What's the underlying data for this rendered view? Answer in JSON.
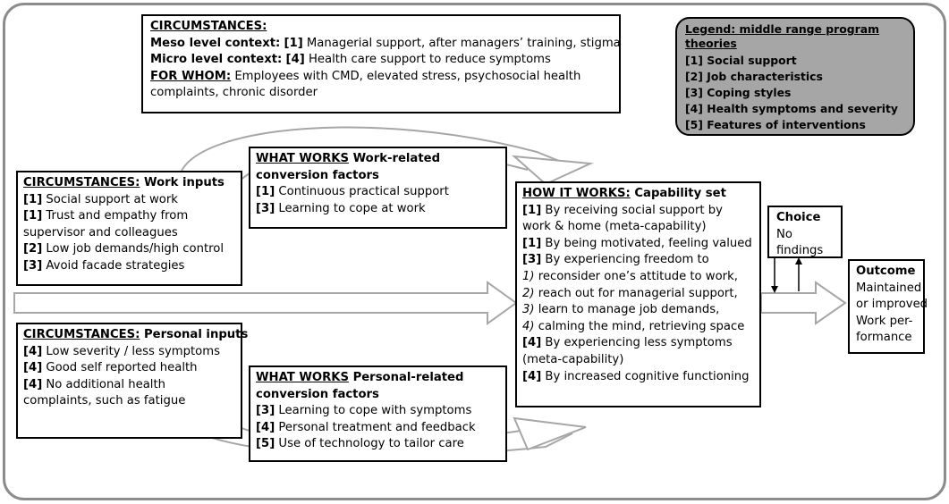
{
  "top_box": {
    "header": "CIRCUMSTANCES:",
    "meso_label": "Meso level context:",
    "meso_code": "[1]",
    "meso_text": " Managerial support, after managers’ training, stigma",
    "micro_label": "Micro level context:",
    "micro_code": "[4]",
    "micro_text": " Health care support to reduce symptoms",
    "forwhom_label": "FOR WHOM:",
    "forwhom_text": " Employees with CMD, elevated stress, psychosocial health",
    "forwhom_text2": "complaints, chronic disorder"
  },
  "legend": {
    "title": "Legend: middle range program",
    "title2": "theories",
    "items": [
      "[1] Social support",
      "[2] Job characteristics",
      "[3] Coping styles",
      "[4] Health symptoms and severity",
      "[5] Features of interventions"
    ]
  },
  "work_inputs": {
    "header_u": "CIRCUMSTANCES:",
    "header_rest": " Work inputs",
    "items": [
      {
        "code": "[1]",
        "text": " Social support at work"
      },
      {
        "code": "[1]",
        "text": " Trust and empathy from"
      },
      {
        "code": "",
        "text": "supervisor and colleagues"
      },
      {
        "code": "[2]",
        "text": " Low job demands/high control"
      },
      {
        "code": "[3]",
        "text": " Avoid facade strategies"
      }
    ]
  },
  "work_conversion": {
    "header_u": "WHAT WORKS",
    "header_rest": " Work-related",
    "header2": "conversion factors",
    "items": [
      {
        "code": "[1]",
        "text": " Continuous practical support"
      },
      {
        "code": "[3]",
        "text": " Learning to cope at work"
      }
    ]
  },
  "capability": {
    "header_u": "HOW IT WORKS:",
    "header_rest": " Capability set",
    "lines": [
      {
        "code": "[1]",
        "text": " By receiving social support by"
      },
      {
        "code": "",
        "text": "work & home (meta-capability)"
      },
      {
        "code": "[1]",
        "text": " By being motivated, feeling valued"
      },
      {
        "code": "[3]",
        "text": " By experiencing freedom to"
      },
      {
        "num": "1)",
        "text": " reconsider one’s attitude to work,"
      },
      {
        "num": "2)",
        "text": " reach out for managerial support,"
      },
      {
        "num": "3)",
        "text": " learn to manage job demands,"
      },
      {
        "num": "4)",
        "text": " calming the mind, retrieving space"
      },
      {
        "code": "[4]",
        "text": " By experiencing less symptoms"
      },
      {
        "code": "",
        "text": "(meta-capability)"
      },
      {
        "code": "[4]",
        "text": " By increased cognitive functioning"
      }
    ]
  },
  "choice": {
    "header": "Choice",
    "line1": "No",
    "line2": "findings"
  },
  "outcome": {
    "header": "Outcome",
    "lines": [
      "Maintained",
      "or improved",
      "Work per-",
      "formance"
    ]
  },
  "personal_inputs": {
    "header_u": "CIRCUMSTANCES:",
    "header_rest": " Personal inputs",
    "items": [
      {
        "code": "[4]",
        "text": " Low severity / less symptoms"
      },
      {
        "code": "[4]",
        "text": " Good self reported health"
      },
      {
        "code": "[4]",
        "text": " No additional health"
      },
      {
        "code": "",
        "text": "complaints, such as fatigue"
      }
    ]
  },
  "personal_conversion": {
    "header_u": "WHAT WORKS",
    "header_rest": " Personal-related",
    "header2": "conversion factors",
    "items": [
      {
        "code": "[3]",
        "text": " Learning to cope with symptoms"
      },
      {
        "code": "[4]",
        "text": " Personal treatment and feedback"
      },
      {
        "code": "[5]",
        "text": " Use of technology to tailor care"
      }
    ]
  },
  "colors": {
    "frame": "#8c8c8c",
    "arrow": "#a6a6a6",
    "legend_fill": "#a6a6a6",
    "border": "#000000"
  }
}
